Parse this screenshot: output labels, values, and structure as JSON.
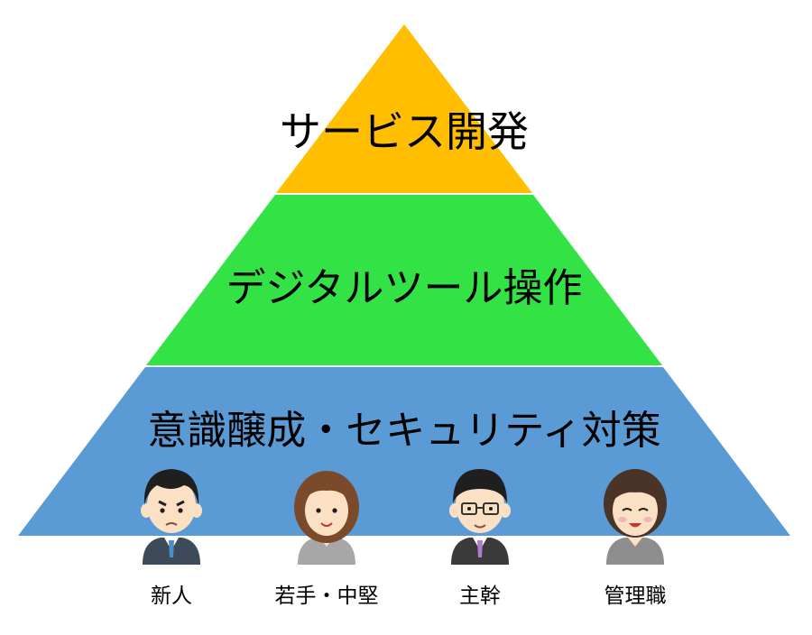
{
  "pyramid": {
    "tiers": [
      {
        "label": "サービス開発",
        "color": "#FFBF00"
      },
      {
        "label": "デジタルツール操作",
        "color": "#33E244"
      },
      {
        "label": "意識醸成・セキュリティ対策",
        "color": "#5B9BD5"
      }
    ]
  },
  "people": [
    {
      "label": "新人",
      "icon": "young-man-icon"
    },
    {
      "label": "若手・中堅",
      "icon": "woman-icon"
    },
    {
      "label": "主幹",
      "icon": "man-with-glasses-icon"
    },
    {
      "label": "管理職",
      "icon": "older-woman-icon"
    }
  ]
}
